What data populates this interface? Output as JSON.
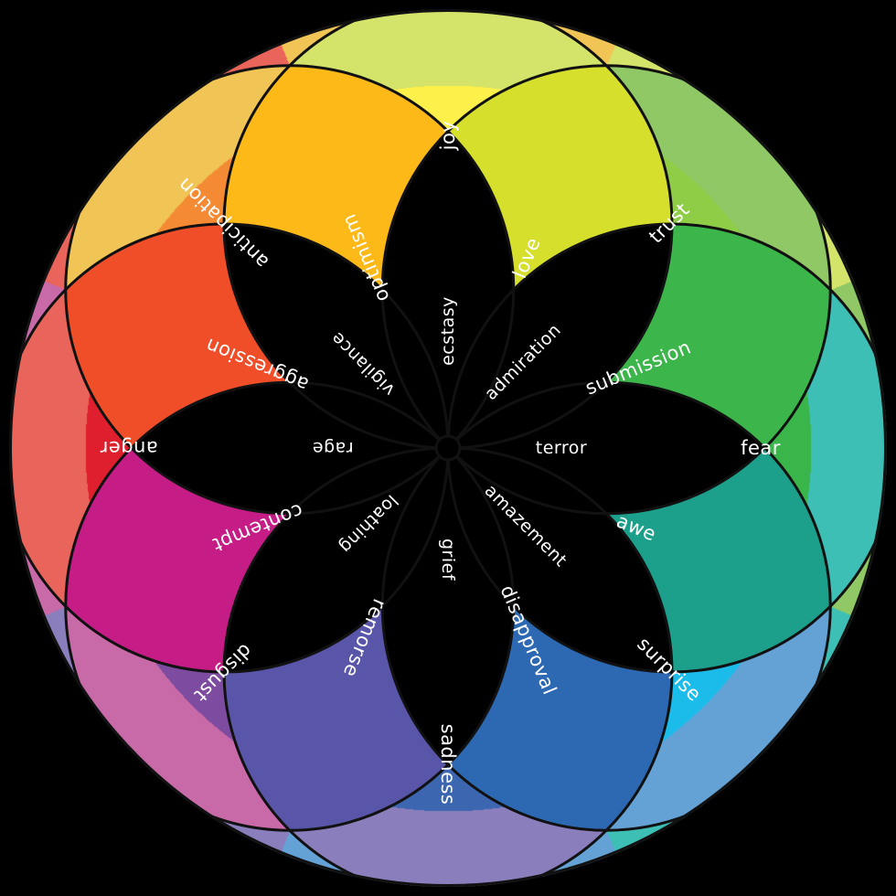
{
  "petals": [
    {
      "id": "joy",
      "color": "#f0c455"
    },
    {
      "id": "trust",
      "color": "#d4e36a"
    },
    {
      "id": "fear",
      "color": "#90c865"
    },
    {
      "id": "surprise",
      "color": "#3dbfb6"
    },
    {
      "id": "sadness",
      "color": "#64a2d6"
    },
    {
      "id": "disgust",
      "color": "#8a7fbc"
    },
    {
      "id": "anger",
      "color": "#c96aa8"
    },
    {
      "id": "anticipation",
      "color": "#e9655b"
    }
  ],
  "colors": {
    "background": "#000000",
    "stroke": "#111111",
    "hub": "#000000",
    "text": "#ffffff"
  },
  "labels": {
    "joy": "joy",
    "trust": "trust",
    "fear": "fear",
    "surprise": "surprise",
    "sadness": "sadness",
    "disgust": "disgust",
    "anger": "anger",
    "anticipation": "anticipation",
    "love": "love",
    "submission": "submission",
    "awe": "awe",
    "disapproval": "disapproval",
    "remorse": "remorse",
    "contempt": "contempt",
    "aggression": "aggression",
    "optimism": "optimism",
    "ecstasy": "ecstasy",
    "admiration": "admiration",
    "terror": "terror",
    "amazement": "amazement",
    "grief": "grief",
    "loathing": "loathing",
    "rage": "rage",
    "vigilance": "vigilance"
  }
}
